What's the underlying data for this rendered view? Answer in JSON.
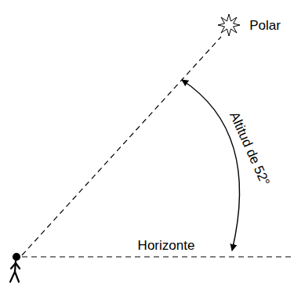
{
  "diagram": {
    "labels": [
      "Polar",
      "Altitud de 52°",
      "Horizonte"
    ]
  }
}
